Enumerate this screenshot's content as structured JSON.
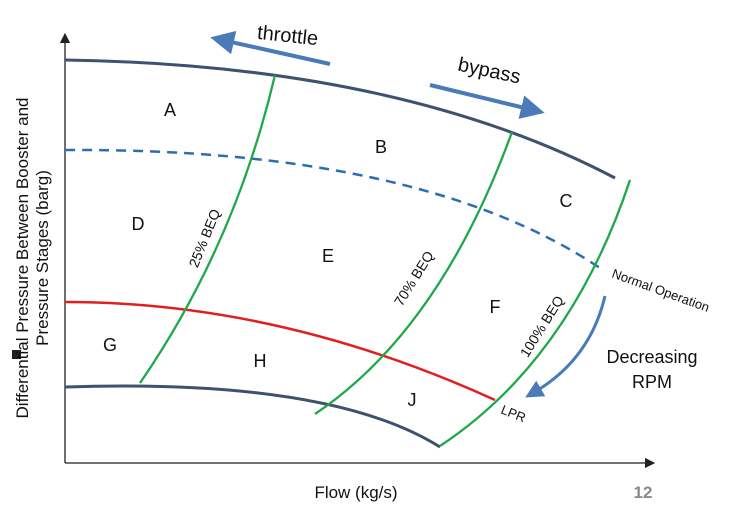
{
  "axes": {
    "y_label_line1": "Differential Pressure Between Booster and",
    "y_label_line2": "Pressure Stages (barg)",
    "x_label": "Flow (kg/s)"
  },
  "controls": {
    "throttle": "throttle",
    "bypass": "bypass"
  },
  "regions": [
    "A",
    "B",
    "C",
    "D",
    "E",
    "F",
    "G",
    "H",
    "J"
  ],
  "speed_lines": [
    "25% BEQ",
    "70% BEQ",
    "100% BEQ"
  ],
  "curve_labels": {
    "normal_operation": "Normal Operation",
    "lpr": "LPR",
    "decreasing_line1": "Decreasing",
    "decreasing_line2": "RPM"
  },
  "page_number": "12",
  "colors": {
    "boundary": "#3d5170",
    "speed": "#1fa84a",
    "normal": "#2a6fb3",
    "lpr": "#e02020",
    "arrow": "#4a7ab8",
    "axis": "#222222"
  }
}
